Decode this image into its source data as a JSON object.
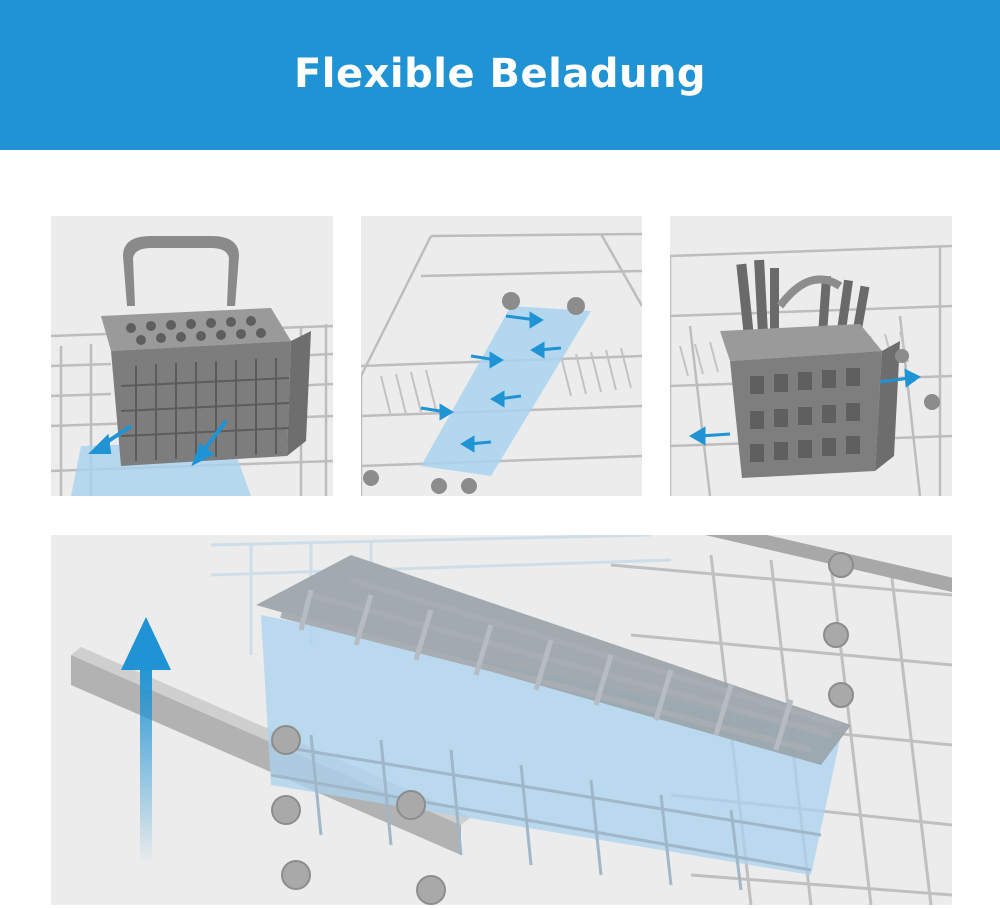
{
  "header": {
    "title": "Flexible Beladung",
    "background_color": "#1f93d3",
    "text_color": "#ffffff"
  },
  "panels": [
    {
      "subject": "cutlery-basket-in-lower-rack",
      "arrow_color": "#1f93d3"
    },
    {
      "subject": "rack-with-movable-guides",
      "arrow_color": "#1f93d3"
    },
    {
      "subject": "cutlery-basket-with-cutlery",
      "arrow_color": "#1f93d3"
    },
    {
      "subject": "third-rack-height-adjustment",
      "arrow_color": "#1f93d3"
    }
  ],
  "colors": {
    "panel_background": "#ececec",
    "wire": "#b8b8b8",
    "basket": "#8a8a8a",
    "highlight": "#a9d3f0"
  }
}
